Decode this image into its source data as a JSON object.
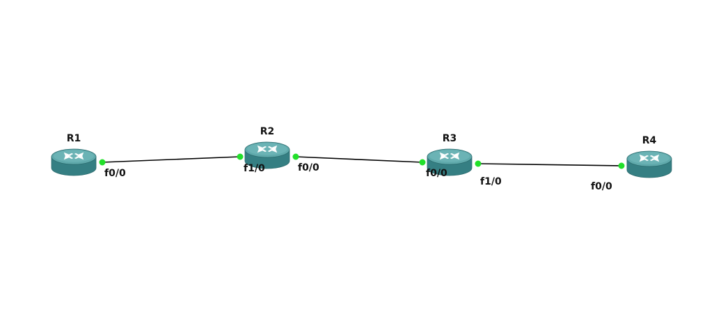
{
  "diagram": {
    "type": "network-topology",
    "colors": {
      "router_top": "#5fa9ab",
      "router_side": "#357f83",
      "router_edge": "#2a6a6d",
      "link": "#000000",
      "port_up": "#22e02a"
    },
    "routers": [
      {
        "id": "r1",
        "name": "R1",
        "icon": "router-icon"
      },
      {
        "id": "r2",
        "name": "R2",
        "icon": "router-icon"
      },
      {
        "id": "r3",
        "name": "R3",
        "icon": "router-icon"
      },
      {
        "id": "r4",
        "name": "R4",
        "icon": "router-icon"
      }
    ],
    "links": [
      {
        "from": "r1",
        "to": "r2",
        "from_port": "f0/0",
        "to_port": "f1/0",
        "status": "up"
      },
      {
        "from": "r2",
        "to": "r3",
        "from_port": "f0/0",
        "to_port": "f0/0",
        "status": "up"
      },
      {
        "from": "r3",
        "to": "r4",
        "from_port": "f1/0",
        "to_port": "f0/0",
        "status": "up"
      }
    ]
  }
}
